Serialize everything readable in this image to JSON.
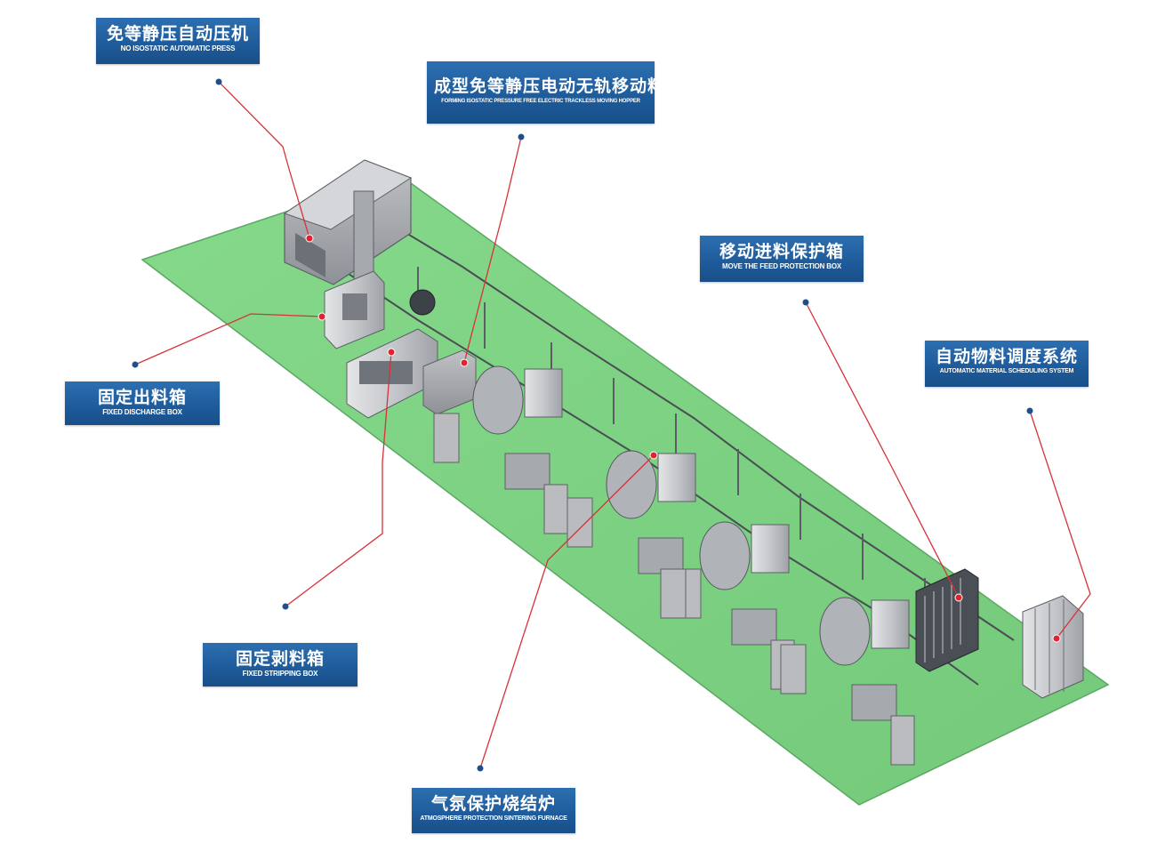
{
  "colors": {
    "floor": "#80d485",
    "floor_edge": "#5aa862",
    "machine": "#c9cbce",
    "machine_dark": "#8b8e93",
    "leader_line": "#d8313a",
    "label_bg": "#1f5c9c",
    "dot": "#1f4f8a"
  },
  "labels": [
    {
      "id": "press",
      "zh": "免等静压自动压机",
      "en": "NO ISOSTATIC AUTOMATIC PRESS"
    },
    {
      "id": "hopper",
      "zh": "成型免等静压电动无轨移动料车",
      "en": "FORMING ISOSTATIC PRESSURE FREE ELECTRIC TRACKLESS MOVING HOPPER"
    },
    {
      "id": "feedbox",
      "zh": "移动进料保护箱",
      "en": "MOVE THE FEED PROTECTION BOX"
    },
    {
      "id": "ams",
      "zh": "自动物料调度系统",
      "en": "AUTOMATIC MATERIAL SCHEDULING SYSTEM"
    },
    {
      "id": "disch",
      "zh": "固定出料箱",
      "en": "FIXED DISCHARGE BOX"
    },
    {
      "id": "strip",
      "zh": "固定剥料箱",
      "en": "FIXED STRIPPING BOX"
    },
    {
      "id": "furnace",
      "zh": "气氛保护烧结炉",
      "en": "ATMOSPHERE PROTECTION SINTERING FURNACE"
    }
  ],
  "icons": {
    "callout_dot": "callout-dot-icon",
    "target_dot": "target-dot-icon"
  }
}
